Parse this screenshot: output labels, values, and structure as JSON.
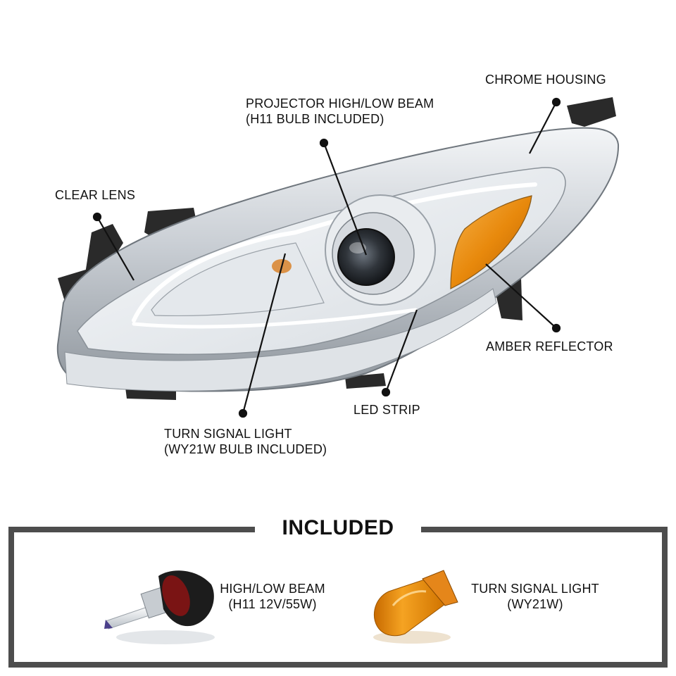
{
  "callouts": {
    "chrome_housing": "CHROME HOUSING",
    "projector": [
      "PROJECTOR HIGH/LOW BEAM",
      "(H11 BULB INCLUDED)"
    ],
    "clear_lens": "CLEAR LENS",
    "amber_reflector": "AMBER REFLECTOR",
    "led_strip": "LED STRIP",
    "turn_signal": [
      "TURN SIGNAL LIGHT",
      "(WY21W BULB INCLUDED)"
    ]
  },
  "included": {
    "title": "INCLUDED",
    "items": [
      {
        "lines": [
          "HIGH/LOW BEAM",
          "(H11 12V/55W)"
        ],
        "icon": "h11-bulb-icon"
      },
      {
        "lines": [
          "TURN SIGNAL LIGHT",
          "(WY21W)"
        ],
        "icon": "wy21w-bulb-icon"
      }
    ]
  },
  "colors": {
    "amber": "#e8890c",
    "chrome": "#c9ced4",
    "frame": "#4d4d4d",
    "housing_dark": "#2a2a2a"
  }
}
